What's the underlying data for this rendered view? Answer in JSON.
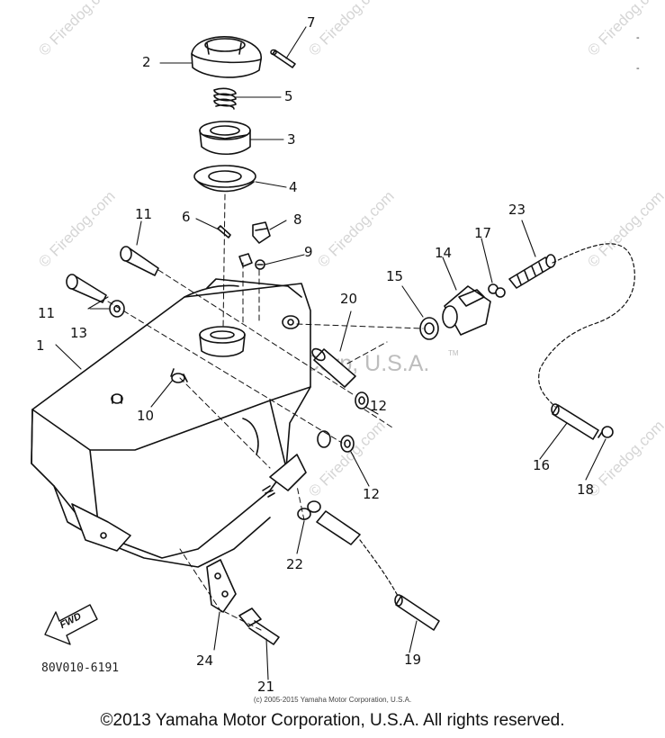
{
  "callouts": [
    {
      "id": "1",
      "text": "1"
    },
    {
      "id": "2",
      "text": "2"
    },
    {
      "id": "3",
      "text": "3"
    },
    {
      "id": "4",
      "text": "4"
    },
    {
      "id": "5",
      "text": "5"
    },
    {
      "id": "6",
      "text": "6"
    },
    {
      "id": "7",
      "text": "7"
    },
    {
      "id": "8",
      "text": "8"
    },
    {
      "id": "9",
      "text": "9"
    },
    {
      "id": "10",
      "text": "10"
    },
    {
      "id": "11a",
      "text": "11"
    },
    {
      "id": "11b",
      "text": "11"
    },
    {
      "id": "12a",
      "text": "12"
    },
    {
      "id": "12b",
      "text": "12"
    },
    {
      "id": "13",
      "text": "13"
    },
    {
      "id": "14",
      "text": "14"
    },
    {
      "id": "15",
      "text": "15"
    },
    {
      "id": "16",
      "text": "16"
    },
    {
      "id": "17",
      "text": "17"
    },
    {
      "id": "18",
      "text": "18"
    },
    {
      "id": "19",
      "text": "19"
    },
    {
      "id": "20",
      "text": "20"
    },
    {
      "id": "21",
      "text": "21"
    },
    {
      "id": "22",
      "text": "22"
    },
    {
      "id": "23",
      "text": "23"
    },
    {
      "id": "24",
      "text": "24"
    }
  ],
  "watermark": {
    "site": "© Firedog.com",
    "center": "Yamaha Motor Corp, U.S.A.",
    "tm": "TM"
  },
  "fwd_label": "FWD",
  "part_code": "80V010-6191",
  "inner_copyright": "(c) 2005-2015 Yamaha Motor Corporation, U.S.A.",
  "footer_copyright": "©2013 Yamaha Motor Corporation, U.S.A. All rights reserved."
}
